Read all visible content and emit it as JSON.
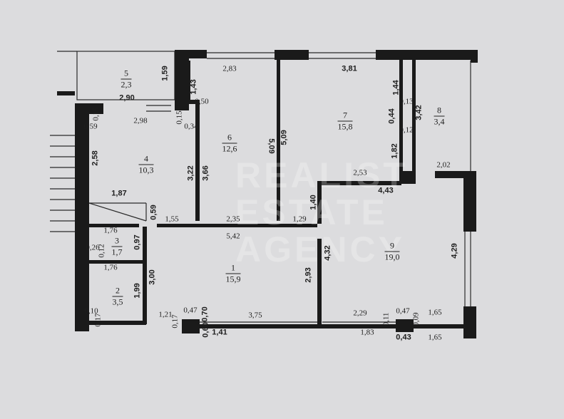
{
  "colors": {
    "background": "#dcdcde",
    "wall": "#1a1a1a",
    "line": "#2a2a2a"
  },
  "watermark": [
    "REALIST",
    "ESTATE",
    "AGENCY"
  ],
  "rooms": [
    {
      "number": "1",
      "area": "15,9"
    },
    {
      "number": "2",
      "area": "3,5"
    },
    {
      "number": "3",
      "area": "1,7"
    },
    {
      "number": "4",
      "area": "10,3"
    },
    {
      "number": "5",
      "area": "2,3"
    },
    {
      "number": "6",
      "area": "12,6"
    },
    {
      "number": "7",
      "area": "15,8"
    },
    {
      "number": "8",
      "area": "3,4"
    },
    {
      "number": "9",
      "area": "19,0"
    }
  ],
  "dims": [
    "2,83",
    "3,81",
    "2,90",
    "0,50",
    "2,98",
    "0,34",
    "0,59",
    "1,87",
    "1,55",
    "2,35",
    "1,29",
    "5,42",
    "1,76",
    "1,76",
    "0,26",
    "0,10",
    "1,21",
    "0,47",
    "3,75",
    "1,41",
    "2,53",
    "4,43",
    "2,02",
    "2,29",
    "1,83",
    "0,47",
    "0,43",
    "1,65",
    "1,65",
    "1,59",
    "1,43",
    "2,58",
    "3,22",
    "3,66",
    "5,09",
    "5,09",
    "1,44",
    "0,44",
    "3,42",
    "1,82",
    "1,40",
    "0,59",
    "0,97",
    "0,12",
    "3,00",
    "1,99",
    "4,32",
    "2,93",
    "4,29",
    "0,17",
    "0,17",
    "0,70",
    "0,60",
    "0,11",
    "0,09",
    "0,13",
    "0,12",
    "0,15",
    "0,15"
  ]
}
